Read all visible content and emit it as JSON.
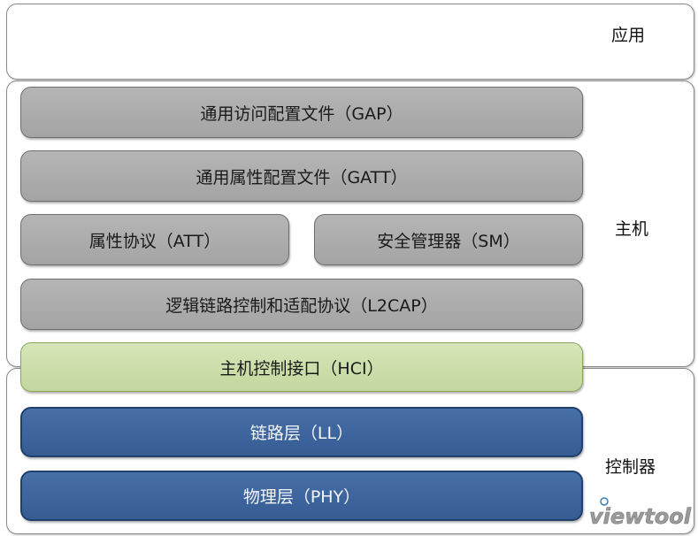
{
  "sections": {
    "app": "应用",
    "host": "主机",
    "controller": "控制器"
  },
  "layers": {
    "gap": "通用访问配置文件（GAP）",
    "gatt": "通用属性配置文件（GATT）",
    "att": "属性协议（ATT）",
    "sm": "安全管理器（SM）",
    "l2cap": "逻辑链路控制和适配协议（L2CAP）",
    "hci": "主机控制接口（HCI）",
    "ll": "链路层（LL）",
    "phy": "物理层（PHY）"
  },
  "watermark": "viewtool",
  "colors": {
    "gray_layer": "#a9a9a9",
    "hci_green": "#c9dca7",
    "controller_blue": "#3b64a0"
  }
}
